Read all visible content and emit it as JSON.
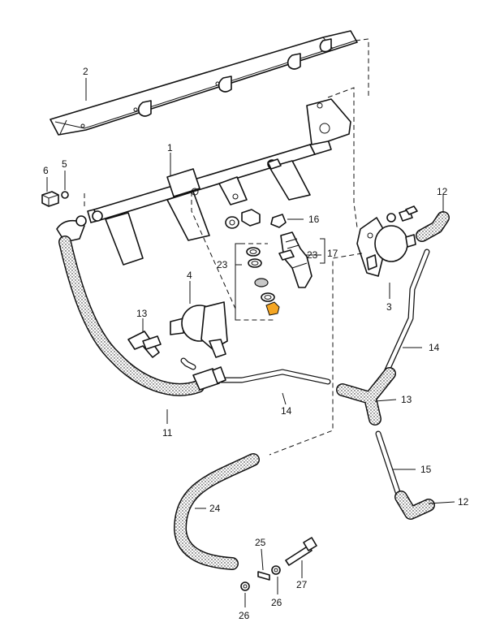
{
  "callouts": {
    "c1": "1",
    "c2": "2",
    "c3": "3",
    "c4": "4",
    "c5": "5",
    "c6": "6",
    "c11": "11",
    "c12a": "12",
    "c12b": "12",
    "c13a": "13",
    "c13b": "13",
    "c14a": "14",
    "c14b": "14",
    "c15": "15",
    "c16": "16",
    "c17": "17",
    "c23a": "23",
    "c23b": "23",
    "c24": "24",
    "c25": "25",
    "c26a": "26",
    "c26b": "26",
    "c27": "27"
  },
  "colors": {
    "line": "#111111",
    "seal_gray": "#c8c8c8",
    "filter_orange": "#f5a623"
  }
}
